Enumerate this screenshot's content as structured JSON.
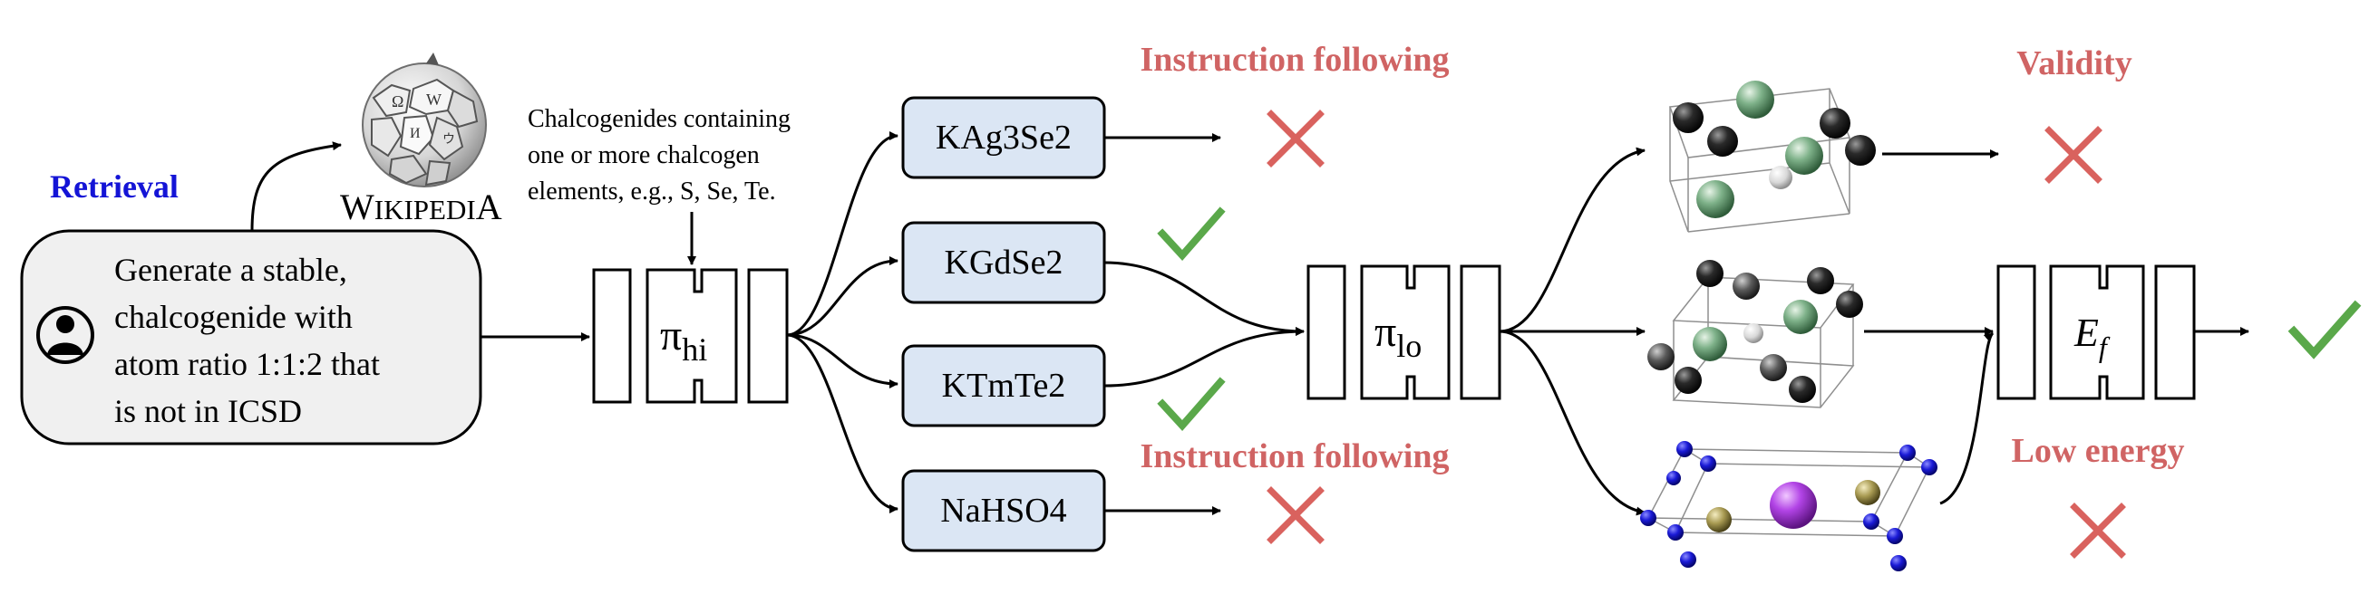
{
  "retrieval": {
    "label": "Retrieval",
    "source": "WIKIPEDIA",
    "source_initial": "W",
    "source_rest": "IKIPEDI",
    "source_final": "A",
    "note_lines": [
      "Chalcogenides containing",
      "one or more chalcogen",
      "elements, e.g., S, Se, Te."
    ]
  },
  "prompt": {
    "lines": [
      "Generate a stable,",
      "chalcogenide with",
      "atom ratio 1:1:2 that",
      "is not in ICSD"
    ]
  },
  "models": {
    "high": {
      "symbol": "π",
      "subscript": "hi"
    },
    "low": {
      "symbol": "π",
      "subscript": "lo"
    },
    "energy": {
      "symbol": "E",
      "subscript": "f"
    }
  },
  "candidates": [
    {
      "formula": "KAg3Se2",
      "result": "cross"
    },
    {
      "formula": "KGdSe2",
      "result": "check"
    },
    {
      "formula": "KTmTe2",
      "result": "check"
    },
    {
      "formula": "NaHSO4",
      "result": "cross"
    }
  ],
  "criteria": {
    "instruction_top": "Instruction following",
    "instruction_bottom": "Instruction following",
    "validity": "Validity",
    "low_energy": "Low energy"
  },
  "colors": {
    "retrieval_blue": "#1414d6",
    "criterion_red": "#d06464",
    "cross_red": "#d9625e",
    "check_green": "#5aa84a",
    "formula_box_fill": "#dbe6f4",
    "prompt_box_fill": "#f0f0f0"
  }
}
